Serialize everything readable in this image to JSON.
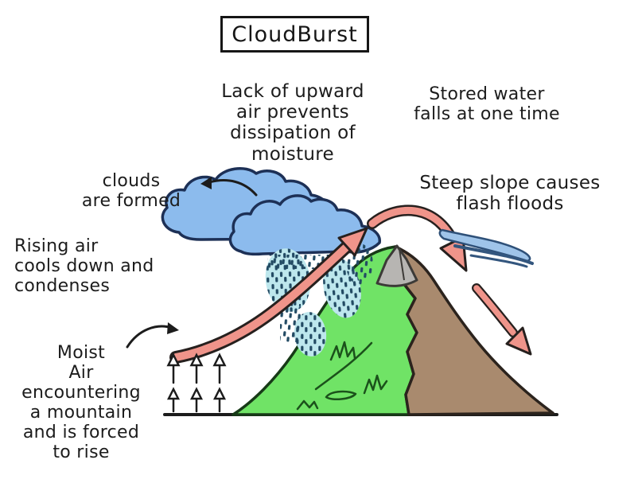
{
  "title": "CloudBurst",
  "labels": {
    "lack": "Lack of upward\nair prevents\ndissipation of\nmoisture",
    "stored": "Stored water\nfalls at one time",
    "clouds_formed": "clouds\nare formed",
    "steep": "Steep slope causes\nflash floods",
    "rising": "Rising air\ncools down and\ncondenses",
    "moist": "Moist\nAir\nencountering\na mountain\nand is forced\nto rise"
  },
  "colors": {
    "ink": "#1c1c1c",
    "cloud_fill": "#8cbbed",
    "cloud_stroke": "#1d3056",
    "rain_patch": "#bde7ed",
    "rain_dot": "#224a63",
    "arrow_fill": "#ef948a",
    "arrow_outline": "#26201e",
    "mountain_green": "#70e366",
    "mountain_brown": "#a98a6e",
    "peak_gray": "#b7b5b2",
    "grass_stroke": "#1b511b",
    "water_light": "#9fc4e9",
    "water_dark": "#33567e"
  }
}
